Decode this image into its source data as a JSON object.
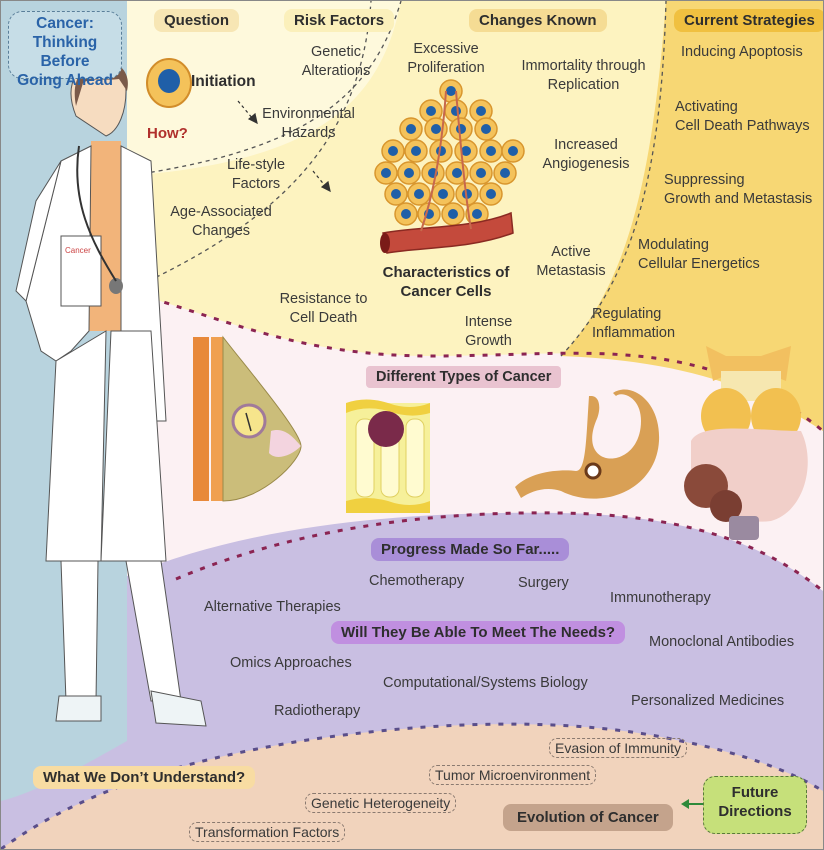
{
  "title": "Cancer:\nThinking Before\nGoing Ahead",
  "colors": {
    "left_panel": "#b8d3de",
    "top_band": "#fdf3c0",
    "top_band_inner": "#fbeba0",
    "strategies_band": "#f7d774",
    "types_band": "#fcf1f3",
    "progress_band": "#c9bfe2",
    "unknown_band": "#f1d3bc",
    "title_text": "#2a63a8",
    "how_text": "#b0302c",
    "future_box": "#c6e07a",
    "dotted_line": "#8b2452"
  },
  "question": {
    "header": "Question",
    "initiation": "Initiation",
    "how": "How?"
  },
  "risk_factors": {
    "header": "Risk Factors",
    "items": [
      "Genetic\nAlterations",
      "Environmental\nHazards",
      "Life-style\nFactors",
      "Age-Associated\nChanges"
    ]
  },
  "changes_known": {
    "header": "Changes Known",
    "center_label": "Characteristics of\nCancer Cells",
    "items": [
      "Excessive\nProliferation",
      "Immortality through\nReplication",
      "Increased\nAngiogenesis",
      "Active\nMetastasis",
      "Intense\nGrowth",
      "Resistance to\nCell Death"
    ]
  },
  "current_strategies": {
    "header": "Current Strategies",
    "items": [
      "Inducing Apoptosis",
      "Activating\nCell Death Pathways",
      "Suppressing\nGrowth and Metastasis",
      "Modulating\nCellular Energetics",
      "Regulating\nInflammation"
    ]
  },
  "cancer_types": {
    "header": "Different Types of Cancer",
    "illustrations": [
      "breast-cancer",
      "colon-cancer",
      "stomach-cancer",
      "thyroid-cancer"
    ]
  },
  "progress": {
    "header": "Progress Made So Far.....",
    "question": "Will They Be Able To Meet The Needs?",
    "items": [
      "Chemotherapy",
      "Surgery",
      "Immunotherapy",
      "Alternative Therapies",
      "Monoclonal Antibodies",
      "Omics Approaches",
      "Computational/Systems Biology",
      "Personalized Medicines",
      "Radiotherapy"
    ]
  },
  "unknown": {
    "header": "What We Don’t Understand?",
    "items": [
      "Evasion of Immunity",
      "Tumor Microenvironment",
      "Genetic Heterogeneity",
      "Transformation Factors"
    ],
    "evolution": "Evolution of Cancer",
    "future": "Future\nDirections"
  },
  "doctor": {
    "clipboard_text": "Cancer"
  }
}
